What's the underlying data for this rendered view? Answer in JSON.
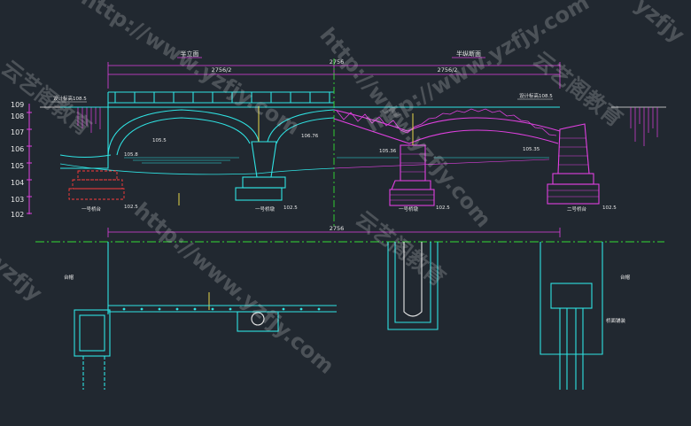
{
  "drawing": {
    "colors": {
      "background": "#212830",
      "cyan": "#2fe3e3",
      "magenta": "#e040e0",
      "green": "#33dd33",
      "yellow": "#e6d84a",
      "red": "#ff3b3b",
      "white": "#e8e8e8",
      "blue": "#3b6bff"
    },
    "elevation_scale": {
      "labels": [
        "109",
        "108",
        "107",
        "106",
        "105",
        "104",
        "103",
        "102"
      ]
    },
    "dimensions": {
      "total": "2756",
      "left_half": "2756/2",
      "right_half": "2756/2",
      "plan_total": "2756"
    },
    "section_titles": {
      "left": "半立面",
      "right": "半纵断面"
    },
    "levels": {
      "design_left": "设计标高108.5",
      "design_right": "设计标高108.5",
      "water_left": "105.8",
      "water_mid": "105.5",
      "water_center": "106.76",
      "water_right1": "105.36",
      "water_right2": "105.35",
      "base_left": "102.5",
      "base_mid": "102.5",
      "base_right1": "102.5",
      "base_right2": "102.5"
    },
    "foundation_labels": {
      "left": "一号桥台",
      "mid": "一号桥墩",
      "right_mid": "一号桥墩",
      "right": "二号桥台"
    },
    "plan_labels": {
      "left": "台帽",
      "right": "台帽",
      "note": "桥面铺装"
    },
    "watermarks": {
      "url": "http://www.yzfjy.com",
      "cn": "云艺阁教育",
      "site": "yzfjy"
    }
  }
}
